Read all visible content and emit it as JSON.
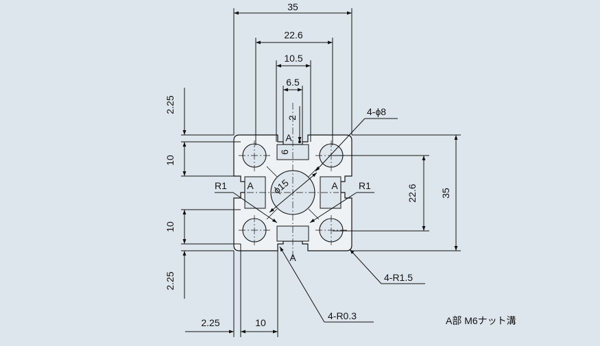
{
  "diagram": {
    "dimensions": {
      "width_top": "35",
      "hole_pitch_top": "22.6",
      "slot_outer_width": "10.5",
      "slot_opening": "6.5",
      "slot_depth_small": "2",
      "slot_inner_height": "6",
      "diameter_center": "ϕ15",
      "hole_callout": "4-ϕ8",
      "hole_pitch_right": "22.6",
      "height_right": "35",
      "left_upper_2_25": "2.25",
      "left_upper_10": "10",
      "left_lower_10": "10",
      "left_lower_2_25": "2.25",
      "bottom_2_25": "2.25",
      "bottom_10": "10",
      "corner_radius": "4-R1.5",
      "inner_radius": "4-R0.3"
    },
    "labels": {
      "a_top": "A",
      "a_left": "A",
      "a_right": "A",
      "a_bottom": "A",
      "r1_left": "R1",
      "r1_right": "R1"
    },
    "legend_note": "A部 M6ナット溝"
  }
}
